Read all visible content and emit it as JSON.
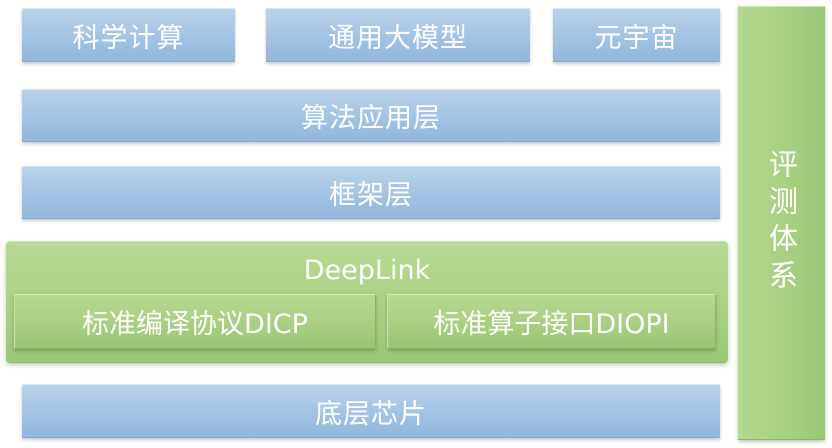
{
  "top_row": {
    "scientific_computing": "科学计算",
    "general_large_model": "通用大模型",
    "metaverse": "元宇宙"
  },
  "layers": {
    "algorithm_application": "算法应用层",
    "framework": "框架层",
    "bottom_chip": "底层芯片"
  },
  "deeplink": {
    "title": "DeepLink",
    "dicp": "标准编译协议DICP",
    "diopi": "标准算子接口DIOPI"
  },
  "side": {
    "evaluation_system": "评测体系"
  },
  "colors": {
    "blue": "#a2c3e3",
    "green": "#a9d184",
    "text": "#ffffff"
  }
}
